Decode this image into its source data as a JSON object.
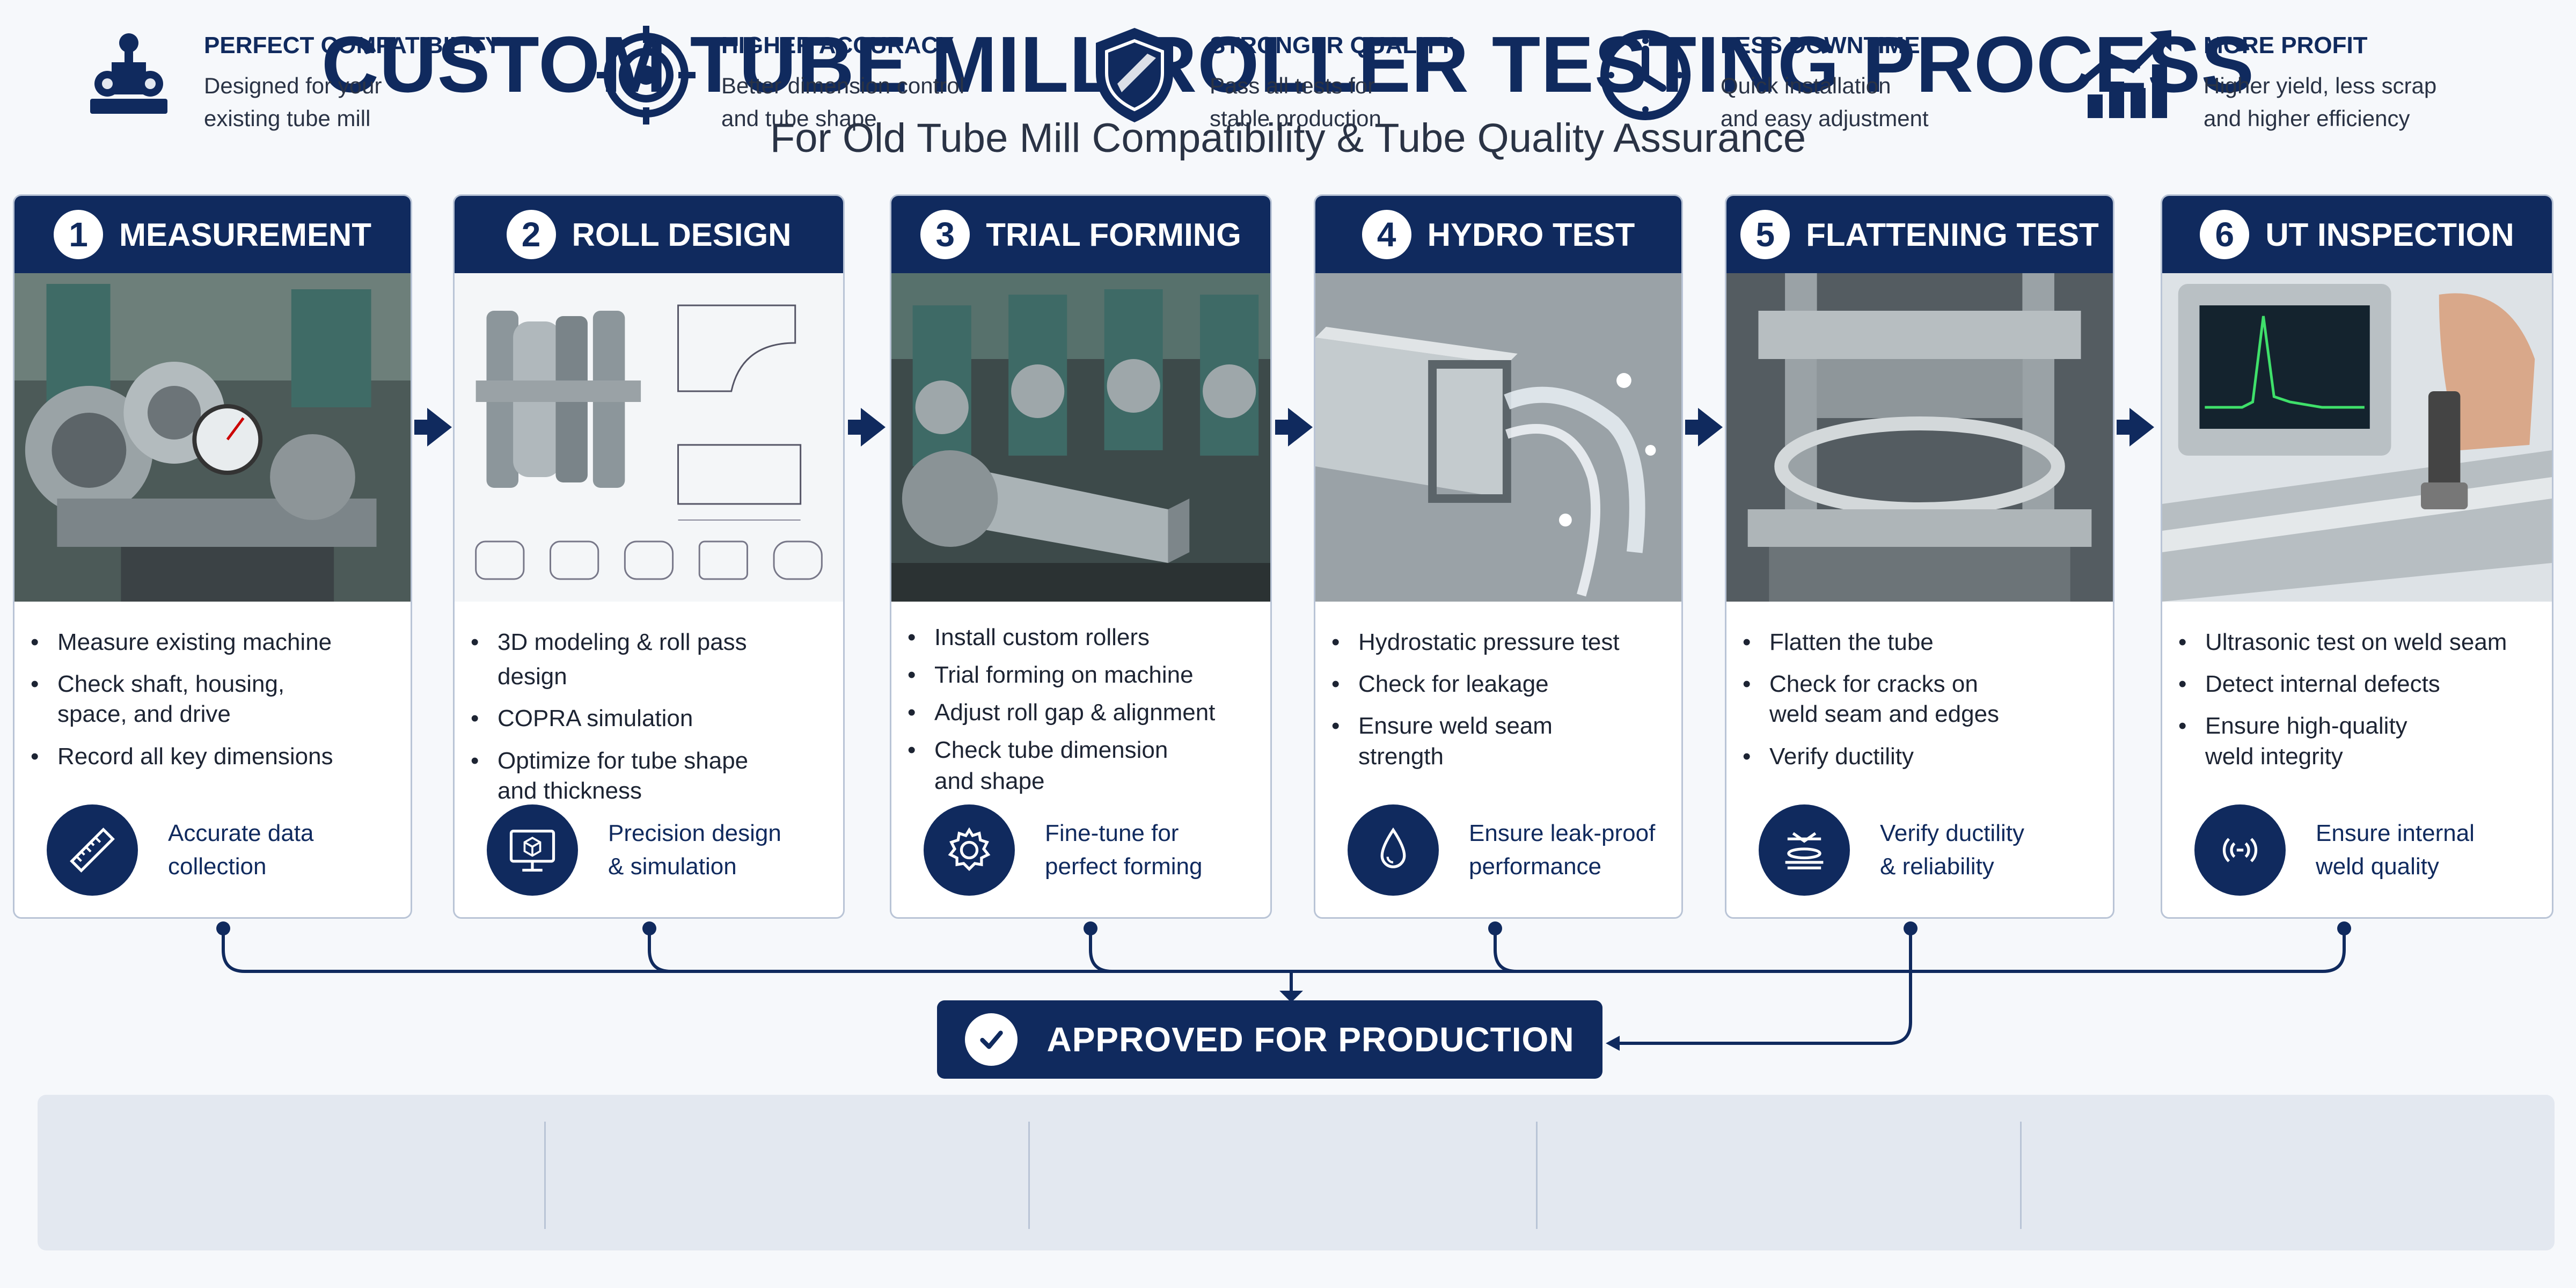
{
  "header": {
    "title": "CUSTOM TUBE MILL ROLLER TESTING PROCESS",
    "subtitle": "For Old Tube Mill Compatibility & Tube Quality Assurance"
  },
  "steps": [
    {
      "num": "1",
      "name": "MEASUREMENT",
      "bullets": [
        "Measure existing machine",
        "Check shaft, housing,",
        "space, and drive",
        "Record all key dimensions"
      ],
      "foot": [
        "Accurate data",
        "collection"
      ],
      "icon": "ruler-icon"
    },
    {
      "num": "2",
      "name": "ROLL DESIGN",
      "bullets": [
        "3D modeling & roll pass design",
        "COPRA simulation",
        "Optimize for tube shape",
        "and thickness"
      ],
      "foot": [
        "Precision design",
        "& simulation"
      ],
      "icon": "monitor-cube-icon"
    },
    {
      "num": "3",
      "name": "TRIAL FORMING",
      "bullets": [
        "Install custom rollers",
        "Trial forming on machine",
        "Adjust roll gap & alignment",
        "Check tube dimension",
        "and shape"
      ],
      "foot": [
        "Fine-tune for",
        "perfect forming"
      ],
      "icon": "gear-icon"
    },
    {
      "num": "4",
      "name": "HYDRO TEST",
      "bullets": [
        "Hydrostatic pressure test",
        "Check for leakage",
        "Ensure weld seam",
        "strength"
      ],
      "foot": [
        "Ensure leak-proof",
        "performance"
      ],
      "icon": "water-drop-icon"
    },
    {
      "num": "5",
      "name": "FLATTENING TEST",
      "bullets": [
        "Flatten the tube",
        "Check for cracks on",
        "weld seam and edges",
        "Verify ductility"
      ],
      "foot": [
        "Verify ductility",
        "& reliability"
      ],
      "icon": "press-icon"
    },
    {
      "num": "6",
      "name": "UT INSPECTION",
      "bullets": [
        "Ultrasonic test on weld seam",
        "Detect internal defects",
        "Ensure high-quality",
        "weld integrity"
      ],
      "foot": [
        "Ensure internal",
        "weld quality"
      ],
      "icon": "ultrasonic-icon"
    }
  ],
  "approved": {
    "label": "APPROVED FOR PRODUCTION",
    "icon": "check-icon"
  },
  "benefits": [
    {
      "title": "PERFECT COMPATIBILITY",
      "desc": [
        "Designed for your",
        "existing tube mill"
      ],
      "icon": "machine-icon"
    },
    {
      "title": "HIGHER ACCURACY",
      "desc": [
        "Better dimension control",
        "and tube shape"
      ],
      "icon": "target-icon"
    },
    {
      "title": "STRONGER QUALITY",
      "desc": [
        "Pass all tests for",
        "stable production"
      ],
      "icon": "shield-icon"
    },
    {
      "title": "LESS DOWNTIME",
      "desc": [
        "Quick installation",
        "and easy adjustment"
      ],
      "icon": "clock-icon"
    },
    {
      "title": "MORE PROFIT",
      "desc": [
        "Higher yield, less scrap",
        "and higher efficiency"
      ],
      "icon": "growth-chart-icon"
    }
  ],
  "colors": {
    "navy": "#102a5e",
    "card_border": "#b9c4d6",
    "background": "#f6f8fb",
    "benefit_bar": "#e3e8f0"
  }
}
